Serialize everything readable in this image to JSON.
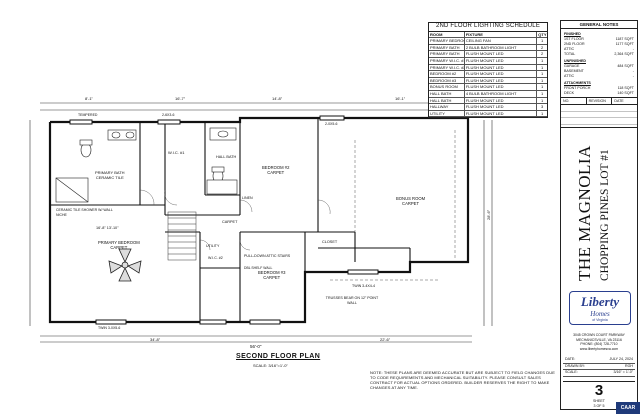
{
  "lighting_schedule": {
    "title": "2ND FLOOR LIGHTING SCHEDULE",
    "headers": [
      "ROOM",
      "FIXTURE",
      "QTY"
    ],
    "rows": [
      [
        "PRIMARY BEDROOM",
        "CEILING FAN",
        "1"
      ],
      [
        "PRIMARY BATH",
        "2 BULB BATHROOM LIGHT",
        "2"
      ],
      [
        "PRIMARY BATH",
        "FLUSH MOUNT LED",
        "2"
      ],
      [
        "PRIMARY W.I.C. #1",
        "FLUSH MOUNT LED",
        "1"
      ],
      [
        "PRIMARY W.I.C. #2",
        "FLUSH MOUNT LED",
        "1"
      ],
      [
        "BEDROOM #2",
        "FLUSH MOUNT LED",
        "1"
      ],
      [
        "BEDROOM #3",
        "FLUSH MOUNT LED",
        "1"
      ],
      [
        "BONUS ROOM",
        "FLUSH MOUNT LED",
        "1"
      ],
      [
        "HALL BATH",
        "4 BULB BATHROOM LIGHT",
        "1"
      ],
      [
        "HALL BATH",
        "FLUSH MOUNT LED",
        "1"
      ],
      [
        "HALLWAY",
        "FLUSH MOUNT LED",
        "3"
      ],
      [
        "UTILITY",
        "FLUSH MOUNT LED",
        "1"
      ]
    ]
  },
  "general_notes": {
    "title": "GENERAL NOTES",
    "finished_label": "FINISHED",
    "finished": [
      [
        "1ST FLOOR",
        "1187 SQFT"
      ],
      [
        "2ND FLOOR",
        "1177 SQFT"
      ],
      [
        "ATTIC",
        "-"
      ],
      [
        "TOTAL",
        "2,364 SQFT"
      ]
    ],
    "unfinished_label": "UNFINISHED",
    "unfinished": [
      [
        "GARAGE",
        "484 SQFT"
      ],
      [
        "BASEMENT",
        "-"
      ],
      [
        "ATTIC",
        "-"
      ]
    ],
    "attachments_label": "ATTACHMENTS",
    "attachments": [
      [
        "FRONT PORCH",
        "118 SQFT"
      ],
      [
        "DECK",
        "140 SQFT"
      ]
    ],
    "rev_headers": [
      "NO.",
      "REVISION",
      "DATE"
    ]
  },
  "title_block": {
    "model": "THE MAGNOLIA",
    "lot": "CHOPPING PINES LOT #1",
    "logo_main": "Liberty",
    "logo_sub": "Homes",
    "logo_tag": "of Virginia",
    "address_lines": [
      "3045 CROWN COURT PARKWAY",
      "MECHANICSVILLE, VA 23116",
      "PHONE: (804) 728-7710",
      "www.libertyhomesva.com"
    ],
    "meta": [
      [
        "DATE:",
        "JULY 24, 2024"
      ],
      [
        "DRAWN BY:",
        "RGH"
      ],
      [
        "SCALE:",
        "3/16\" = 1'-0\""
      ]
    ],
    "sheet_number": "3",
    "sheet_label": "SHEET",
    "sheet_of": "3 OF 5"
  },
  "plan": {
    "title": "SECOND FLOOR PLAN",
    "scale": "SCALE: 3/16\"=1'-0\"",
    "overall_width": "56'-0\"",
    "overall_depth": "28'-6\"",
    "dims_top": [
      "8'-1\"",
      "16'-7\"",
      "14'-8\"",
      "16'-1\""
    ],
    "dims_bottom": [
      "34'-8\"",
      "22'-6\""
    ],
    "window_tags": [
      "TEMPERED",
      "2-6X3-6",
      "TWIN 3-0X5-6",
      "2-0X5-6"
    ],
    "rooms": {
      "primary_bath": "PRIMARY BATH",
      "primary_bath_floor": "CERAMIC TILE",
      "shower": "CERAMIC TILE SHOWER W/ WALL NICHE",
      "primary_bedroom": "PRIMARY BEDROOM",
      "primary_bedroom_floor": "CARPET",
      "primary_bedroom_dim": "16'-8\" 13'-10\"",
      "wic1": "W.I.C. #1",
      "wic2": "W.I.C. #2",
      "bedroom2": "BEDROOM #2",
      "bedroom2_floor": "CARPET",
      "bedroom3": "BEDROOM #3",
      "bedroom3_floor": "CARPET",
      "bonus": "BONUS ROOM",
      "bonus_floor": "CARPET",
      "hall_bath": "HALL BATH",
      "utility": "UTILITY",
      "linen": "LINEN",
      "closet": "CLOSET",
      "hallway": "CARPET",
      "attic_stairs": "PULL-DOWN ATTIC STAIRS",
      "shelf": "DBL SHELF WALL",
      "truss_note": "TRUSSES BEAR ON 12\" POINT WALL",
      "knee_wall": "TWIN 3-4X4-4"
    }
  },
  "note": "NOTE: THESE PLANS ARE DEEMED ACCURATE BUT ARE SUBJECT TO FIELD CHANGES DUE TO CODE REQUIREMENTS AND MECHANICAL SUITABILITY. PLEASE CONSULT SALES CONTRACT FOR ACTUAL OPTIONS ORDERED. BUILDER RESERVES THE RIGHT TO MAKE CHANGES AT ANY TIME.",
  "mls_badge": "CAAR"
}
